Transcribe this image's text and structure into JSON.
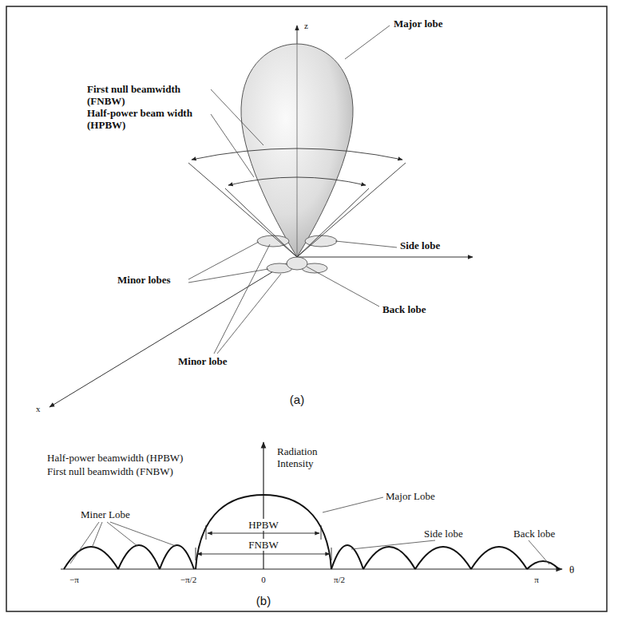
{
  "diagram": {
    "labels": [
      "First null beamwidth (FNBW)",
      "Half-power beam width (HPBW)",
      "Major lobe",
      "Minor lobes",
      "Side lobe",
      "Back lobe",
      "Minor lobe",
      "z",
      "x",
      "(a)",
      "Half-power beamwidth (HPBW)",
      "First null beamwidth (FNBW)",
      "Radiation Intensity",
      "Major Lobe",
      "HPBW",
      "FNBW",
      "Miner Lobe",
      "Side lobe",
      "Back lobe",
      "−π",
      "−π/2",
      "0",
      "π/2",
      "π",
      "θ",
      "(b)"
    ]
  }
}
